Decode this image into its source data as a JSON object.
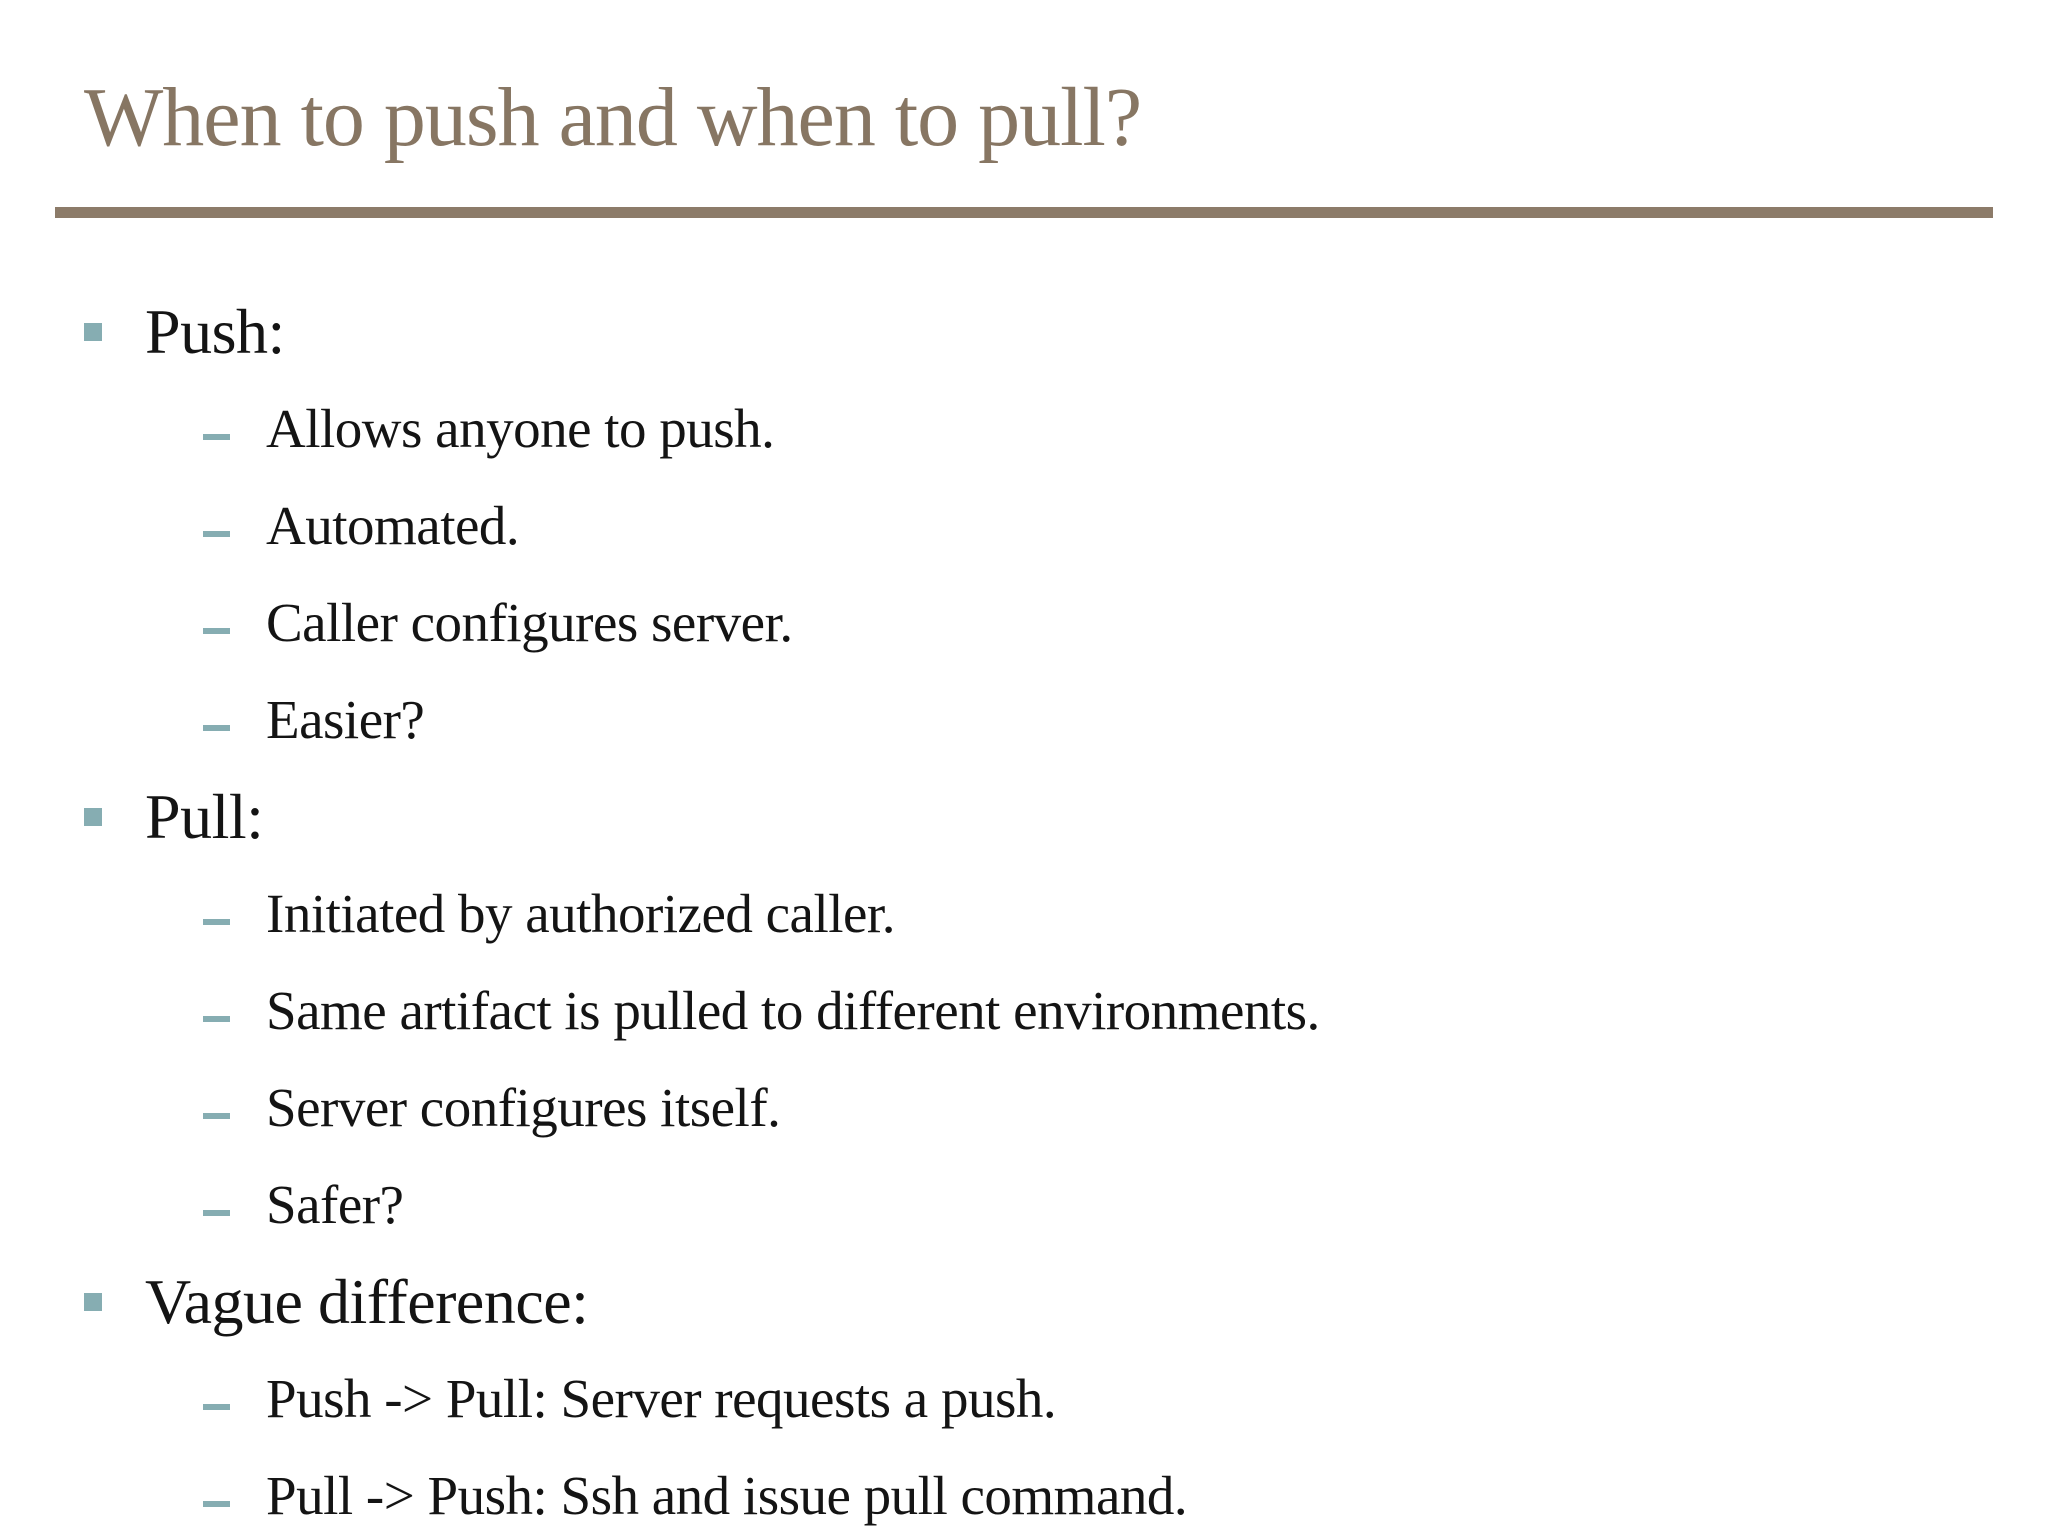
{
  "slide": {
    "title": "When to push and when to pull?",
    "bullets": [
      {
        "level": 1,
        "text": "Push:"
      },
      {
        "level": 2,
        "text": "Allows anyone to push."
      },
      {
        "level": 2,
        "text": "Automated."
      },
      {
        "level": 2,
        "text": "Caller configures server."
      },
      {
        "level": 2,
        "text": "Easier?"
      },
      {
        "level": 1,
        "text": "Pull:"
      },
      {
        "level": 2,
        "text": "Initiated by authorized caller."
      },
      {
        "level": 2,
        "text": "Same artifact is pulled to different environments."
      },
      {
        "level": 2,
        "text": "Server configures itself."
      },
      {
        "level": 2,
        "text": "Safer?"
      },
      {
        "level": 1,
        "text": "Vague difference:"
      },
      {
        "level": 2,
        "text": "Push -> Pull: Server requests a push."
      },
      {
        "level": 2,
        "text": "Pull -> Push: Ssh and issue pull command."
      }
    ],
    "colors": {
      "title": "#877663",
      "rule": "#8c7b69",
      "text": "#141414",
      "accent": "#86adb2",
      "background": "#ffffff"
    }
  }
}
